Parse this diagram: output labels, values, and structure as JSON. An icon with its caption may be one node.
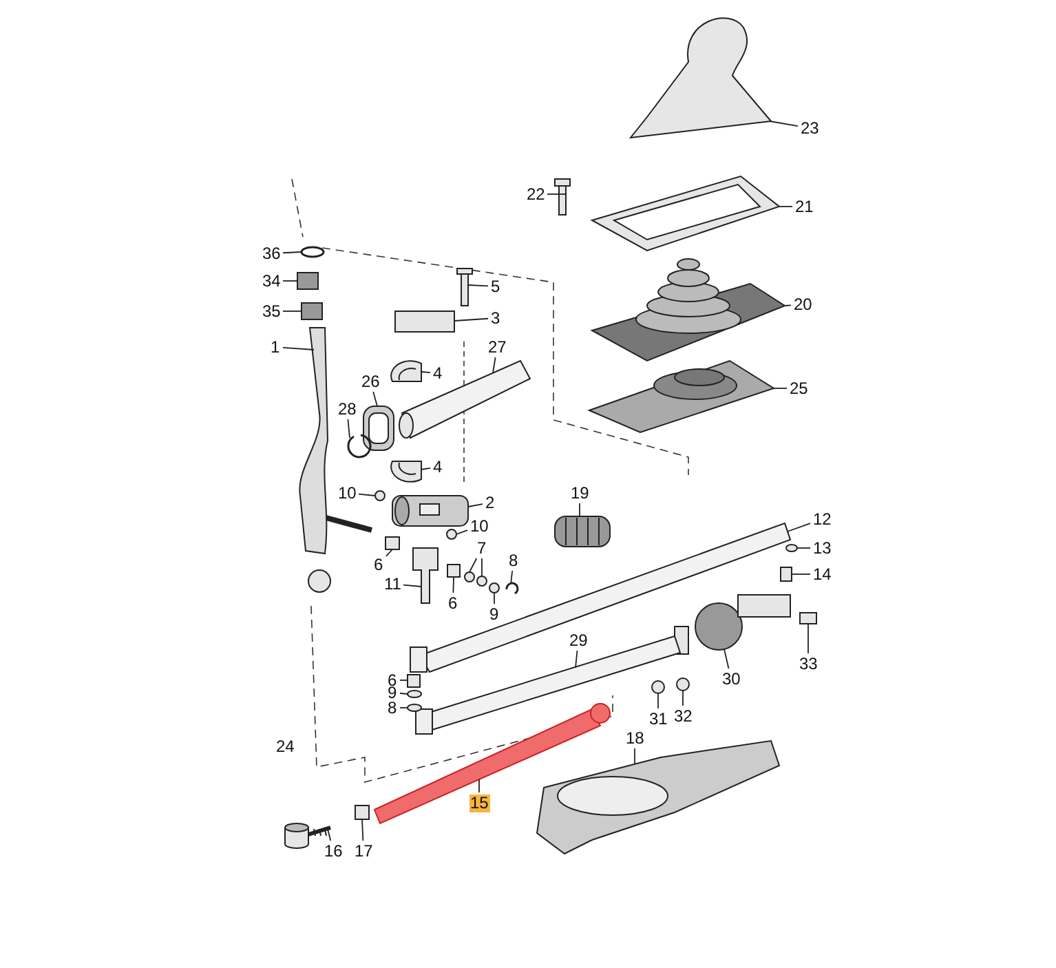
{
  "diagram": {
    "nodes": [
      {
        "text": [
          "36"
        ]
      },
      {
        "text": [
          "34"
        ]
      },
      {
        "text": [
          "35"
        ]
      },
      {
        "text": [
          "1"
        ]
      },
      {
        "text": [
          "5"
        ]
      },
      {
        "text": [
          "3"
        ]
      },
      {
        "text": [
          "27"
        ]
      },
      {
        "text": [
          "26"
        ]
      },
      {
        "text": [
          "4"
        ]
      },
      {
        "text": [
          "28"
        ]
      },
      {
        "text": [
          "4"
        ]
      },
      {
        "text": [
          "2"
        ]
      },
      {
        "text": [
          "10"
        ]
      },
      {
        "text": [
          "10"
        ]
      },
      {
        "text": [
          "6"
        ]
      },
      {
        "text": [
          "11"
        ]
      },
      {
        "text": [
          "6"
        ]
      },
      {
        "text": [
          "7"
        ]
      },
      {
        "text": [
          "8"
        ]
      },
      {
        "text": [
          "9"
        ]
      },
      {
        "text": [
          "19"
        ]
      },
      {
        "text": [
          "12"
        ]
      },
      {
        "text": [
          "13"
        ]
      },
      {
        "text": [
          "14"
        ]
      },
      {
        "text": [
          "22"
        ]
      },
      {
        "text": [
          "21"
        ]
      },
      {
        "text": [
          "23"
        ]
      },
      {
        "text": [
          "20"
        ]
      },
      {
        "text": [
          "25"
        ]
      },
      {
        "text": [
          "29"
        ]
      },
      {
        "text": [
          "33"
        ]
      },
      {
        "text": [
          "30"
        ]
      },
      {
        "text": [
          "31"
        ]
      },
      {
        "text": [
          "32"
        ]
      },
      {
        "text": [
          "6"
        ]
      },
      {
        "text": [
          "9"
        ]
      },
      {
        "text": [
          "8"
        ]
      },
      {
        "text": [
          "18"
        ]
      },
      {
        "text": [
          "15"
        ]
      },
      {
        "text": [
          "16"
        ]
      },
      {
        "text": [
          "17"
        ]
      },
      {
        "text": [],
        "shape": "circle"
      },
      {
        "text": [],
        "shape": "box"
      },
      {
        "text": [],
        "shape": "box"
      },
      {
        "text": [],
        "shape": "picture"
      },
      {
        "text": [],
        "shape": "picture"
      },
      {
        "text": [],
        "shape": "box"
      },
      {
        "text": [],
        "shape": "picture"
      },
      {
        "text": [],
        "shape": "picture"
      },
      {
        "text": [],
        "shape": "picture"
      },
      {
        "text": [],
        "shape": "picture"
      },
      {
        "text": [],
        "shape": "picture"
      },
      {
        "text": [],
        "shape": "picture"
      },
      {
        "text": [],
        "shape": "circle"
      },
      {
        "text": [],
        "shape": "circle"
      },
      {
        "text": [],
        "shape": "box"
      },
      {
        "text": [],
        "shape": "picture"
      },
      {
        "text": [],
        "shape": "box"
      },
      {
        "text": [],
        "shape": "circle"
      },
      {
        "text": [],
        "shape": "circle"
      },
      {
        "text": [],
        "shape": "picture"
      },
      {
        "text": [],
        "shape": "circle"
      },
      {
        "text": [],
        "shape": "picture"
      },
      {
        "text": [],
        "shape": "picture"
      },
      {
        "text": [],
        "shape": "circle"
      },
      {
        "text": [],
        "shape": "box"
      },
      {
        "text": [],
        "shape": "picture"
      },
      {
        "text": [],
        "shape": "picture"
      },
      {
        "text": [],
        "shape": "picture"
      },
      {
        "text": [],
        "shape": "picture"
      },
      {
        "text": [],
        "shape": "picture"
      },
      {
        "text": [],
        "shape": "picture"
      },
      {
        "text": [],
        "shape": "box"
      },
      {
        "text": [],
        "shape": "picture"
      },
      {
        "text": [],
        "shape": "circle"
      },
      {
        "text": [],
        "shape": "circle"
      },
      {
        "text": [],
        "shape": "box"
      },
      {
        "text": [],
        "shape": "circle"
      },
      {
        "text": [],
        "shape": "circle"
      },
      {
        "text": [],
        "shape": "picture"
      },
      {
        "text": [],
        "shape": "picture"
      },
      {
        "text": [],
        "shape": "picture"
      },
      {
        "text": [],
        "shape": "box"
      }
    ],
    "edges": [
      {
        "from": 0,
        "to": 41,
        "arrow": "none"
      },
      {
        "from": 1,
        "to": 42,
        "arrow": "none"
      },
      {
        "from": 2,
        "to": 43,
        "arrow": "none"
      },
      {
        "from": 3,
        "to": 44,
        "arrow": "none"
      },
      {
        "from": 4,
        "to": 45,
        "arrow": "none"
      },
      {
        "from": 5,
        "to": 46,
        "arrow": "none"
      },
      {
        "from": 6,
        "to": 47,
        "arrow": "none"
      },
      {
        "from": 7,
        "to": 48,
        "arrow": "none"
      },
      {
        "from": 8,
        "to": 49,
        "arrow": "none"
      },
      {
        "from": 9,
        "to": 50,
        "arrow": "none"
      },
      {
        "from": 10,
        "to": 51,
        "arrow": "none"
      },
      {
        "from": 11,
        "to": 52,
        "arrow": "none"
      },
      {
        "from": 12,
        "to": 53,
        "arrow": "none"
      },
      {
        "from": 13,
        "to": 54,
        "arrow": "none"
      },
      {
        "from": 14,
        "to": 55,
        "arrow": "none"
      },
      {
        "from": 15,
        "to": 56,
        "arrow": "none"
      },
      {
        "from": 16,
        "to": 57,
        "arrow": "none"
      },
      {
        "from": 17,
        "to": 58,
        "arrow": "none"
      },
      {
        "from": 17,
        "to": 59,
        "arrow": "none"
      },
      {
        "from": 18,
        "to": 60,
        "arrow": "none"
      },
      {
        "from": 19,
        "to": 61,
        "arrow": "none"
      },
      {
        "from": 20,
        "to": 62,
        "arrow": "none"
      },
      {
        "from": 21,
        "to": 63,
        "arrow": "none"
      },
      {
        "from": 22,
        "to": 64,
        "arrow": "none"
      },
      {
        "from": 23,
        "to": 65,
        "arrow": "none"
      },
      {
        "from": 24,
        "to": 66,
        "arrow": "none"
      },
      {
        "from": 25,
        "to": 67,
        "arrow": "none"
      },
      {
        "from": 26,
        "to": 68,
        "arrow": "none"
      },
      {
        "from": 27,
        "to": 69,
        "arrow": "none"
      },
      {
        "from": 28,
        "to": 70,
        "arrow": "none"
      },
      {
        "from": 29,
        "to": 71,
        "arrow": "none"
      },
      {
        "from": 30,
        "to": 72,
        "arrow": "none"
      },
      {
        "from": 31,
        "to": 73,
        "arrow": "none"
      },
      {
        "from": 32,
        "to": 74,
        "arrow": "none"
      },
      {
        "from": 33,
        "to": 75,
        "arrow": "none"
      },
      {
        "from": 34,
        "to": 76,
        "arrow": "none"
      },
      {
        "from": 35,
        "to": 77,
        "arrow": "none"
      },
      {
        "from": 36,
        "to": 78,
        "arrow": "none"
      },
      {
        "from": 37,
        "to": 79,
        "arrow": "none"
      },
      {
        "from": 38,
        "to": 80,
        "arrow": "none"
      },
      {
        "from": 39,
        "to": 81,
        "arrow": "none"
      },
      {
        "from": 40,
        "to": 82,
        "arrow": "none"
      }
    ],
    "labels": [
      "24"
    ]
  }
}
